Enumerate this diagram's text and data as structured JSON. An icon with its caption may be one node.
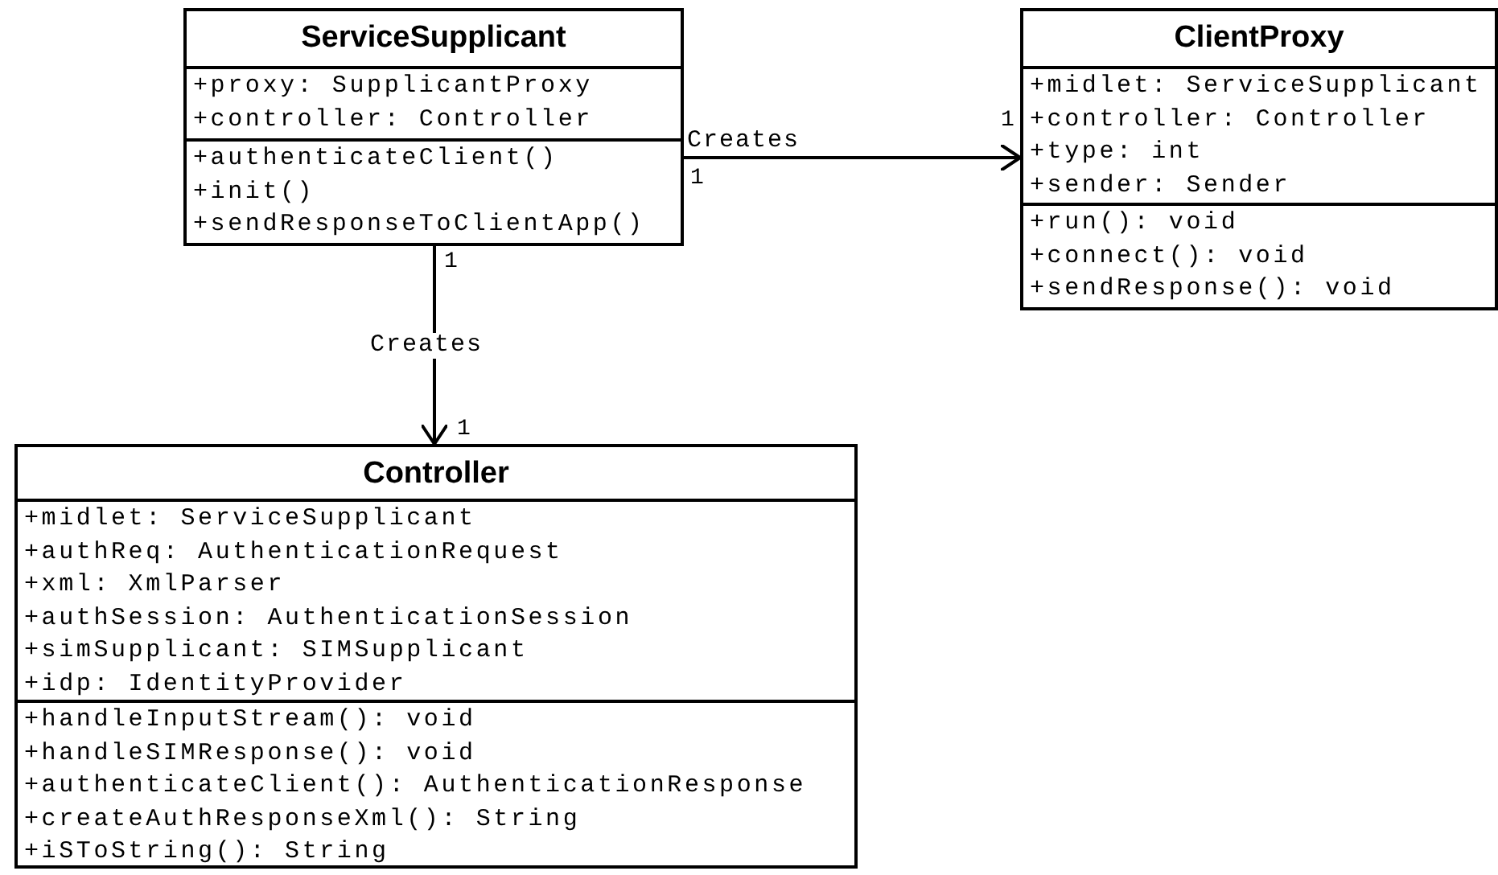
{
  "diagram": {
    "nodes": [
      {
        "text": [
          "ServiceSupplicant"
        ]
      },
      {
        "text": [
          "+proxy: SupplicantProxy",
          "+controller: Controller"
        ],
        "in": 0
      },
      {
        "text": [
          "+authenticateClient()",
          "+init()",
          "+sendResponseToClientApp()"
        ],
        "in": 0
      },
      {
        "text": [
          "ClientProxy"
        ]
      },
      {
        "text": [
          "+midlet: ServiceSupplicant",
          "+controller: Controller",
          "+type: int",
          "+sender: Sender"
        ],
        "in": 3
      },
      {
        "text": [
          "+run(): void",
          "+connect(): void",
          "+sendResponse(): void"
        ],
        "in": 3
      },
      {
        "text": [
          "Controller"
        ]
      },
      {
        "text": [
          "+midlet: ServiceSupplicant",
          "+authReq: AuthenticationRequest",
          "+xml: XmlParser",
          "+authSession: AuthenticationSession",
          "+simSupplicant: SIMSupplicant",
          "+idp: IdentityProvider"
        ],
        "in": 6
      },
      {
        "text": [
          "+handleInputStream(): void",
          "+handleSIMResponse(): void",
          "+authenticateClient(): AuthenticationResponse",
          "+createAuthResponseXml(): String",
          "+iSToString(): String"
        ],
        "in": 6
      }
    ],
    "edges": [
      {
        "from": 0,
        "to": 3,
        "arrow": "to",
        "label": "Creates"
      },
      {
        "from": 0,
        "to": 6,
        "arrow": "to",
        "label": "Creates"
      }
    ],
    "labels": [
      "1",
      "1",
      "1",
      "1"
    ]
  }
}
